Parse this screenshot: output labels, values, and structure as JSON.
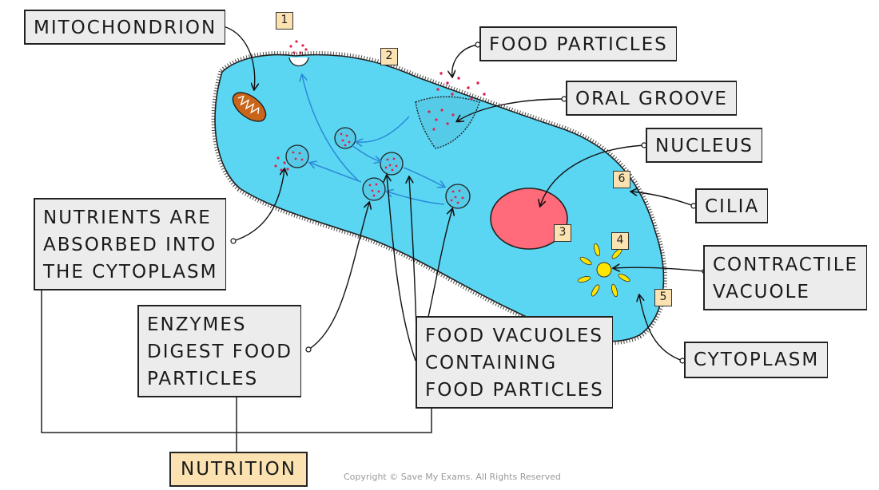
{
  "labels": {
    "mitochondrion": "MITOCHONDRION",
    "food_particles": "FOOD PARTICLES",
    "oral_groove": "ORAL GROOVE",
    "nucleus": "NUCLEUS",
    "cilia": "CILIA",
    "contractile_vacuole": [
      "CONTRACTILE",
      "VACUOLE"
    ],
    "cytoplasm": "CYTOPLASM",
    "nutrients": [
      "NUTRIENTS ARE",
      "ABSORBED INTO",
      "THE CYTOPLASM"
    ],
    "enzymes": [
      "ENZYMES",
      "DIGEST FOOD",
      "PARTICLES"
    ],
    "food_vacuoles": [
      "FOOD VACUOLES",
      "CONTAINING",
      "FOOD PARTICLES"
    ],
    "nutrition": "NUTRITION"
  },
  "numbers": [
    "1",
    "2",
    "3",
    "4",
    "5",
    "6"
  ],
  "copyright": "Copyright © Save My Exams. All Rights Reserved",
  "colors": {
    "cell_fill": "#5bd6f2",
    "nucleus_fill": "#ff6b7a",
    "mitochondrion_fill": "#c8651b",
    "contractile_vacuole_fill": "#ffe600",
    "arrow_blue": "#2a8ad8",
    "label_fill": "#ececec",
    "number_fill": "#fbe2b0",
    "food_dot": "#e0204a"
  }
}
